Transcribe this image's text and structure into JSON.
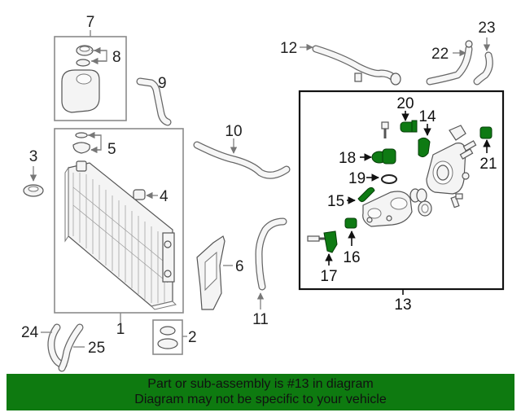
{
  "callouts": [
    "1",
    "2",
    "3",
    "4",
    "5",
    "6",
    "7",
    "8",
    "9",
    "10",
    "11",
    "12",
    "13",
    "14",
    "15",
    "16",
    "17",
    "18",
    "19",
    "20",
    "21",
    "22",
    "23",
    "24",
    "25"
  ],
  "banner": {
    "line1": "Part or sub-assembly is #13 in diagram",
    "line2": "Diagram may not be specific to your vehicle"
  },
  "colors": {
    "highlight_parts": "#0e7a13",
    "banner_background": "#0e7a10"
  }
}
